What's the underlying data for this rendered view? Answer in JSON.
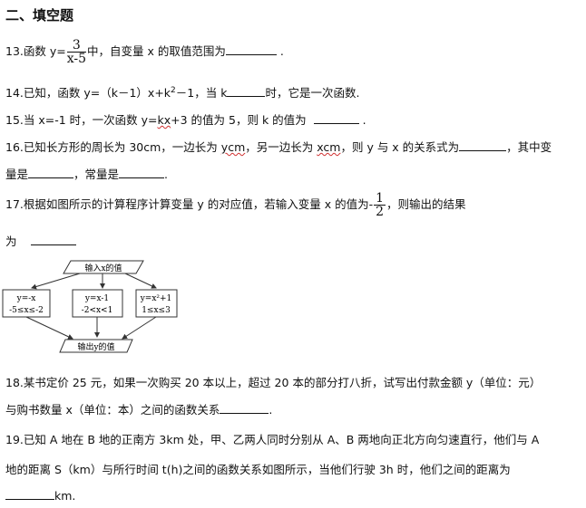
{
  "section_title": "二、填空题",
  "q13": {
    "prefix": "13.函数 y=",
    "num": "3",
    "den": "x-5",
    "suffix": "中，自变量 x 的取值范围为",
    "end": "."
  },
  "q14": {
    "a": "14.已知，函数 y=（k－1）x+k",
    "sup": "2",
    "b": "－1，当 k",
    "c": "时，它是一次函数."
  },
  "q15": {
    "a": "15.当 x=-1 时，一次函数 y=",
    "kx": "kx",
    "b": "+3 的值为 5，则 k 的值为",
    "end": "."
  },
  "q16": {
    "a": "16.已知长方形的周长为 30cm，一边长为 ",
    "ycm": "ycm",
    "b": "，另一边长为 ",
    "xcm": "xcm",
    "c": "，则 y 与 x 的关系式为",
    "d": "，其中变",
    "e": "量是",
    "f": "，常量是",
    "end": "."
  },
  "q17": {
    "a": "17.根据如图所示的计算程序计算变量 y 的对应值，若输入变量 x 的值为-",
    "num": "1",
    "den": "2",
    "b": "，则输出的结果",
    "c": "为"
  },
  "flow": {
    "input": "输入x的值",
    "box1": [
      "y=-x",
      "-5≤x≤-2"
    ],
    "box2": [
      "y=x-1",
      "-2<x<1"
    ],
    "box3": [
      "y=x²+1",
      "1≤x≤3"
    ],
    "output": "输出y的值"
  },
  "q18": {
    "a": "18.某书定价 25 元，如果一次购买 20 本以上，超过 20 本的部分打八折，试写出付款金额 y（单位：元）",
    "b": "与购书数量 x（单位：本）之间的函数关系",
    "end": "."
  },
  "q19": {
    "a": "19.已知 A 地在 B 地的正南方 3km 处，甲、乙两人同时分别从 A、B 两地向正北方向匀速直行，他们与 A",
    "b": "地的距离 S（km）与所行时间 t(h)之间的函数关系如图所示，当他们行驶 3h 时，他们之间的距离为",
    "c": "km."
  }
}
